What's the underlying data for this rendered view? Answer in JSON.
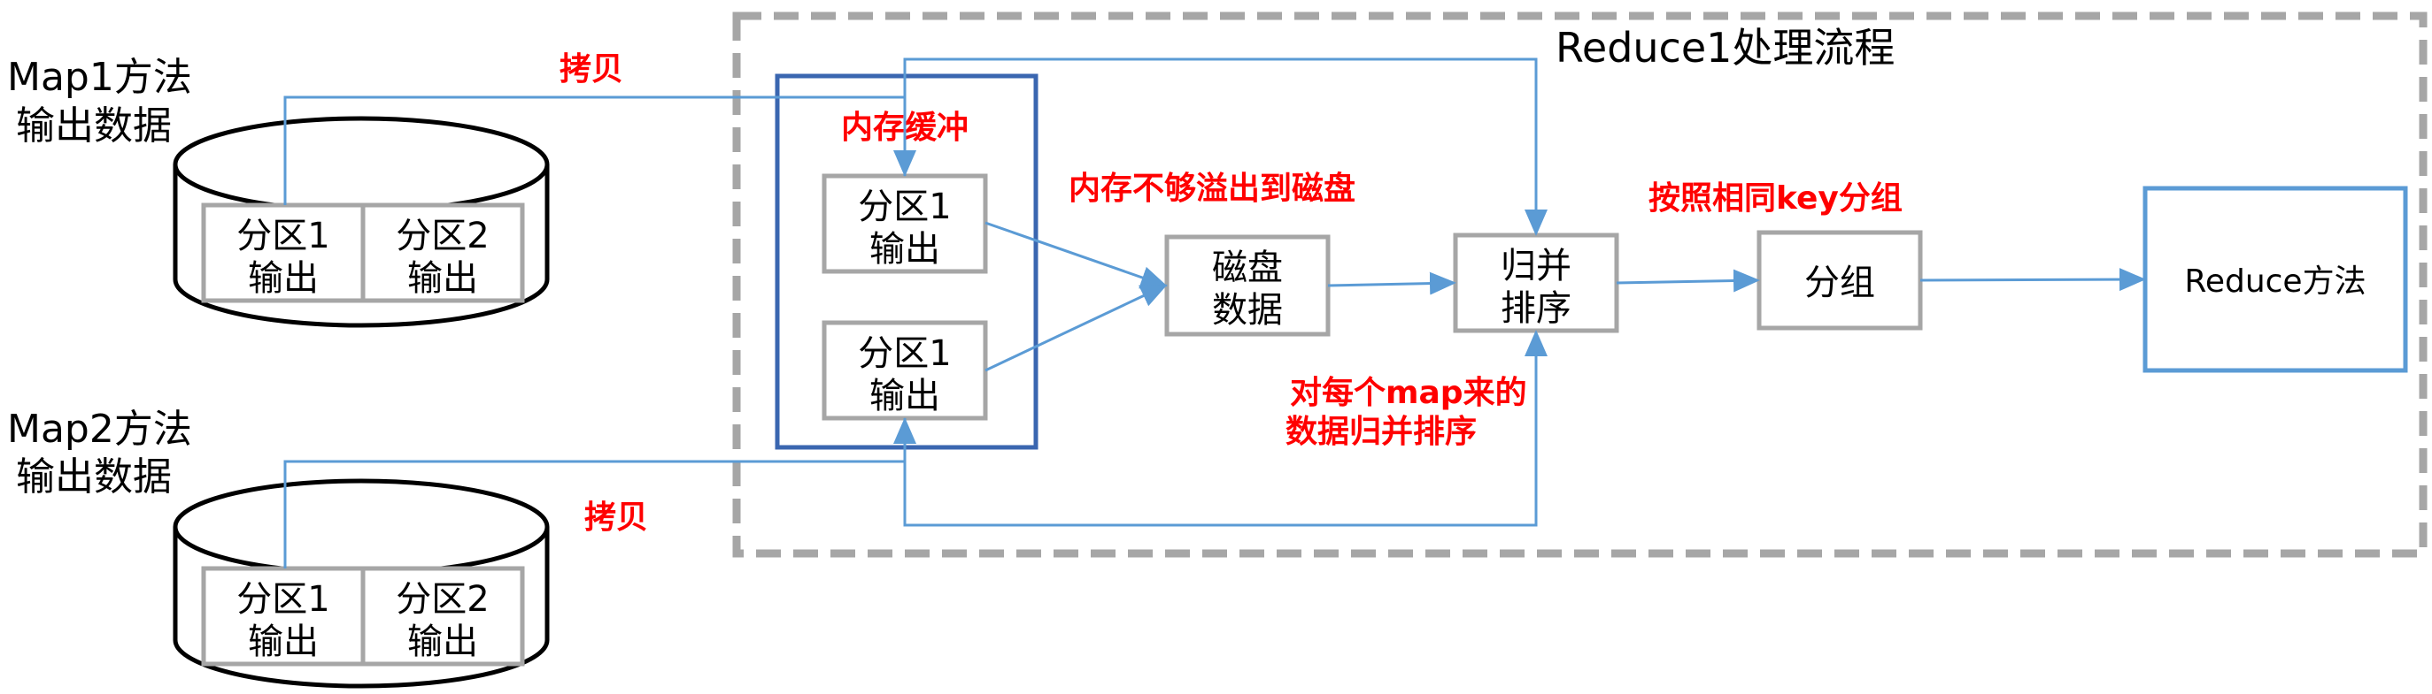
{
  "title": "Reduce1处理流程",
  "map1": {
    "line1": "Map1方法",
    "line2": "输出数据",
    "part1": [
      "分区1",
      "输出"
    ],
    "part2": [
      "分区2",
      "输出"
    ]
  },
  "map2": {
    "line1": "Map2方法",
    "line2": "输出数据",
    "part1": [
      "分区1",
      "输出"
    ],
    "part2": [
      "分区2",
      "输出"
    ]
  },
  "copy_label_top": "拷贝",
  "copy_label_bottom": "拷贝",
  "memory_buffer_label": "内存缓冲",
  "buffer_part_top": [
    "分区1",
    "输出"
  ],
  "buffer_part_bottom": [
    "分区1",
    "输出"
  ],
  "spill_label": "内存不够溢出到磁盘",
  "disk_box": [
    "磁盘",
    "数据"
  ],
  "merge_box": [
    "归并",
    "排序"
  ],
  "merge_note": [
    "对每个map来的",
    "数据归并排序"
  ],
  "group_label": "按照相同key分组",
  "group_box": "分组",
  "reduce_box": "Reduce方法",
  "colors": {
    "arrow": "#5b9bd5",
    "buffer_border": "#3a66b0",
    "reduce_border": "#5b9bd5",
    "dashed_border": "#a6a6a6",
    "box_border": "#a6a6a6",
    "annotation": "#ff0000"
  }
}
